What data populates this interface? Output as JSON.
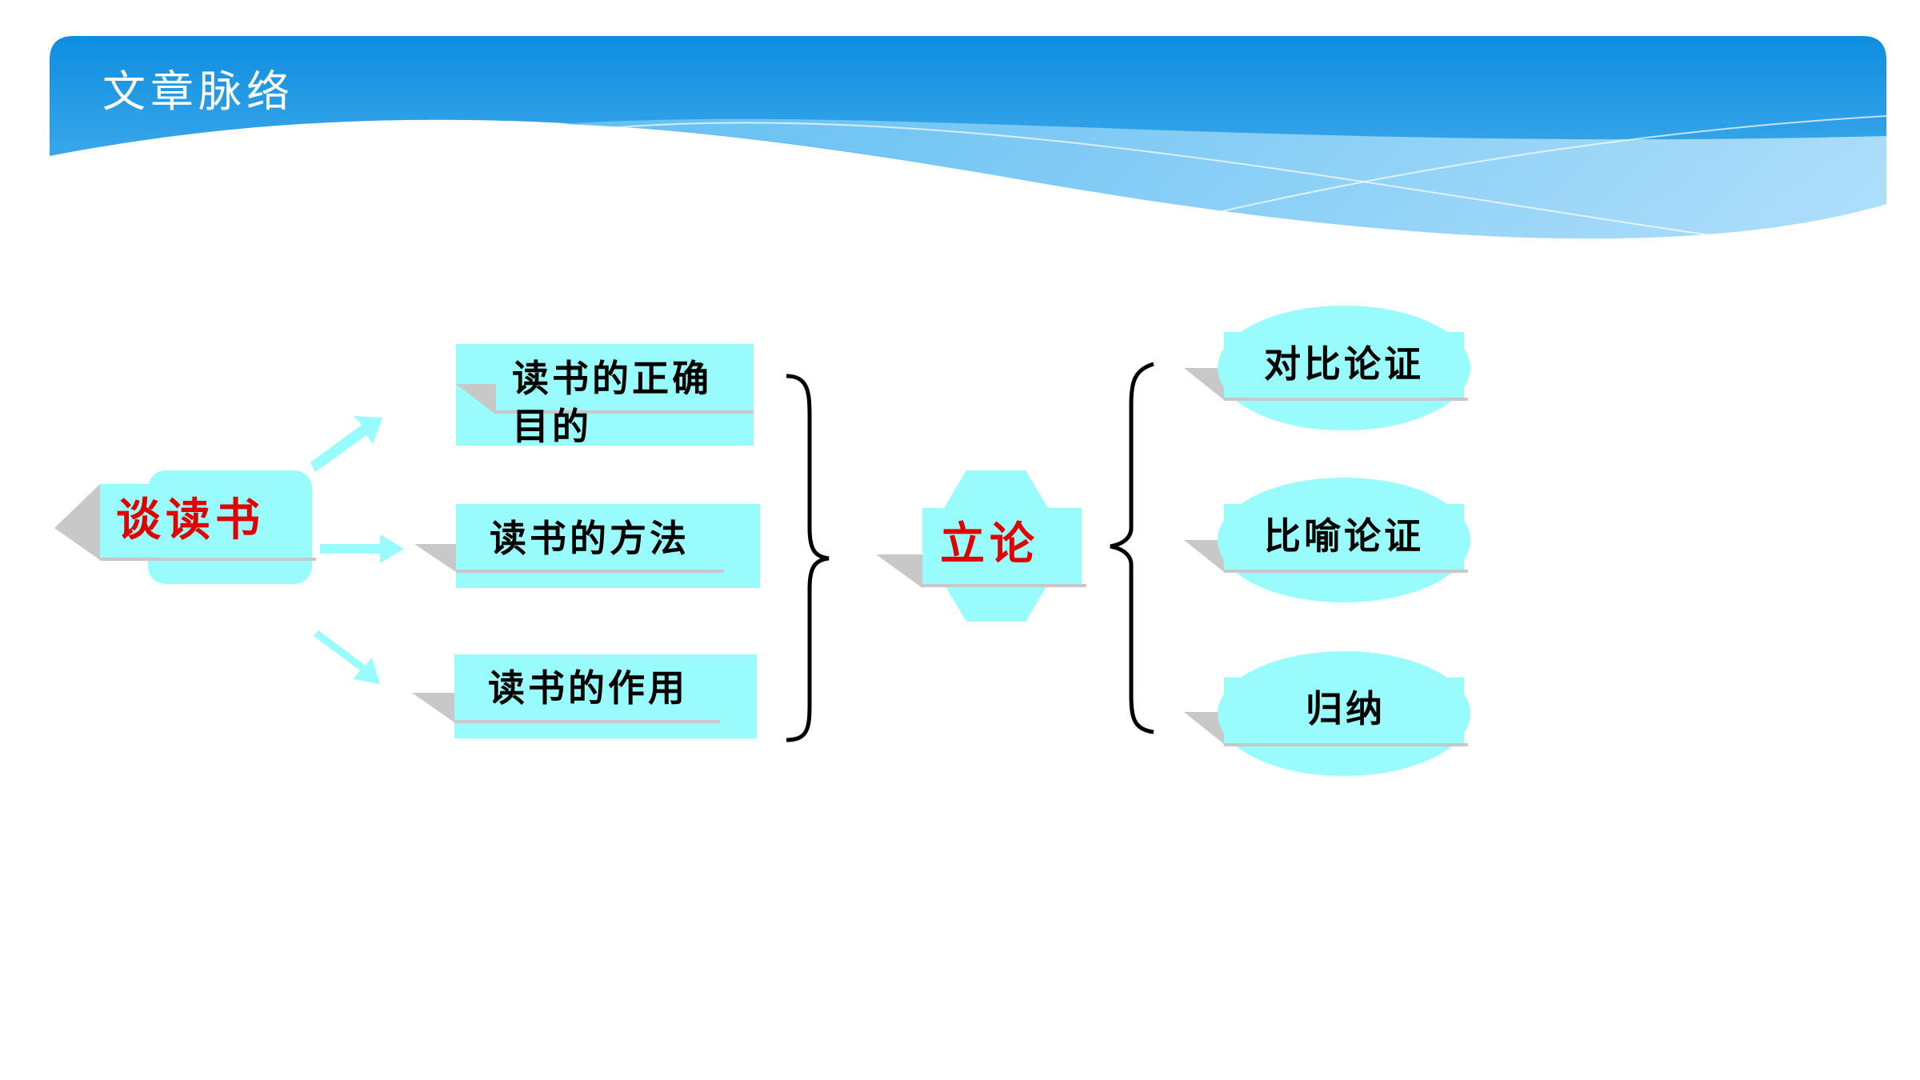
{
  "header": {
    "title": "文章脉络"
  },
  "diagram": {
    "root": "谈读书",
    "topics": [
      "读书的正确目的",
      "读书的方法",
      "读书的作用"
    ],
    "center": "立论",
    "methods": [
      "对比论证",
      "比喻论证",
      "归纳"
    ]
  },
  "colors": {
    "header_blue": "#1b8fe0",
    "box_cyan": "#99fcfc",
    "accent_red": "#e00000",
    "shadow_gray": "#c8c8c8"
  }
}
